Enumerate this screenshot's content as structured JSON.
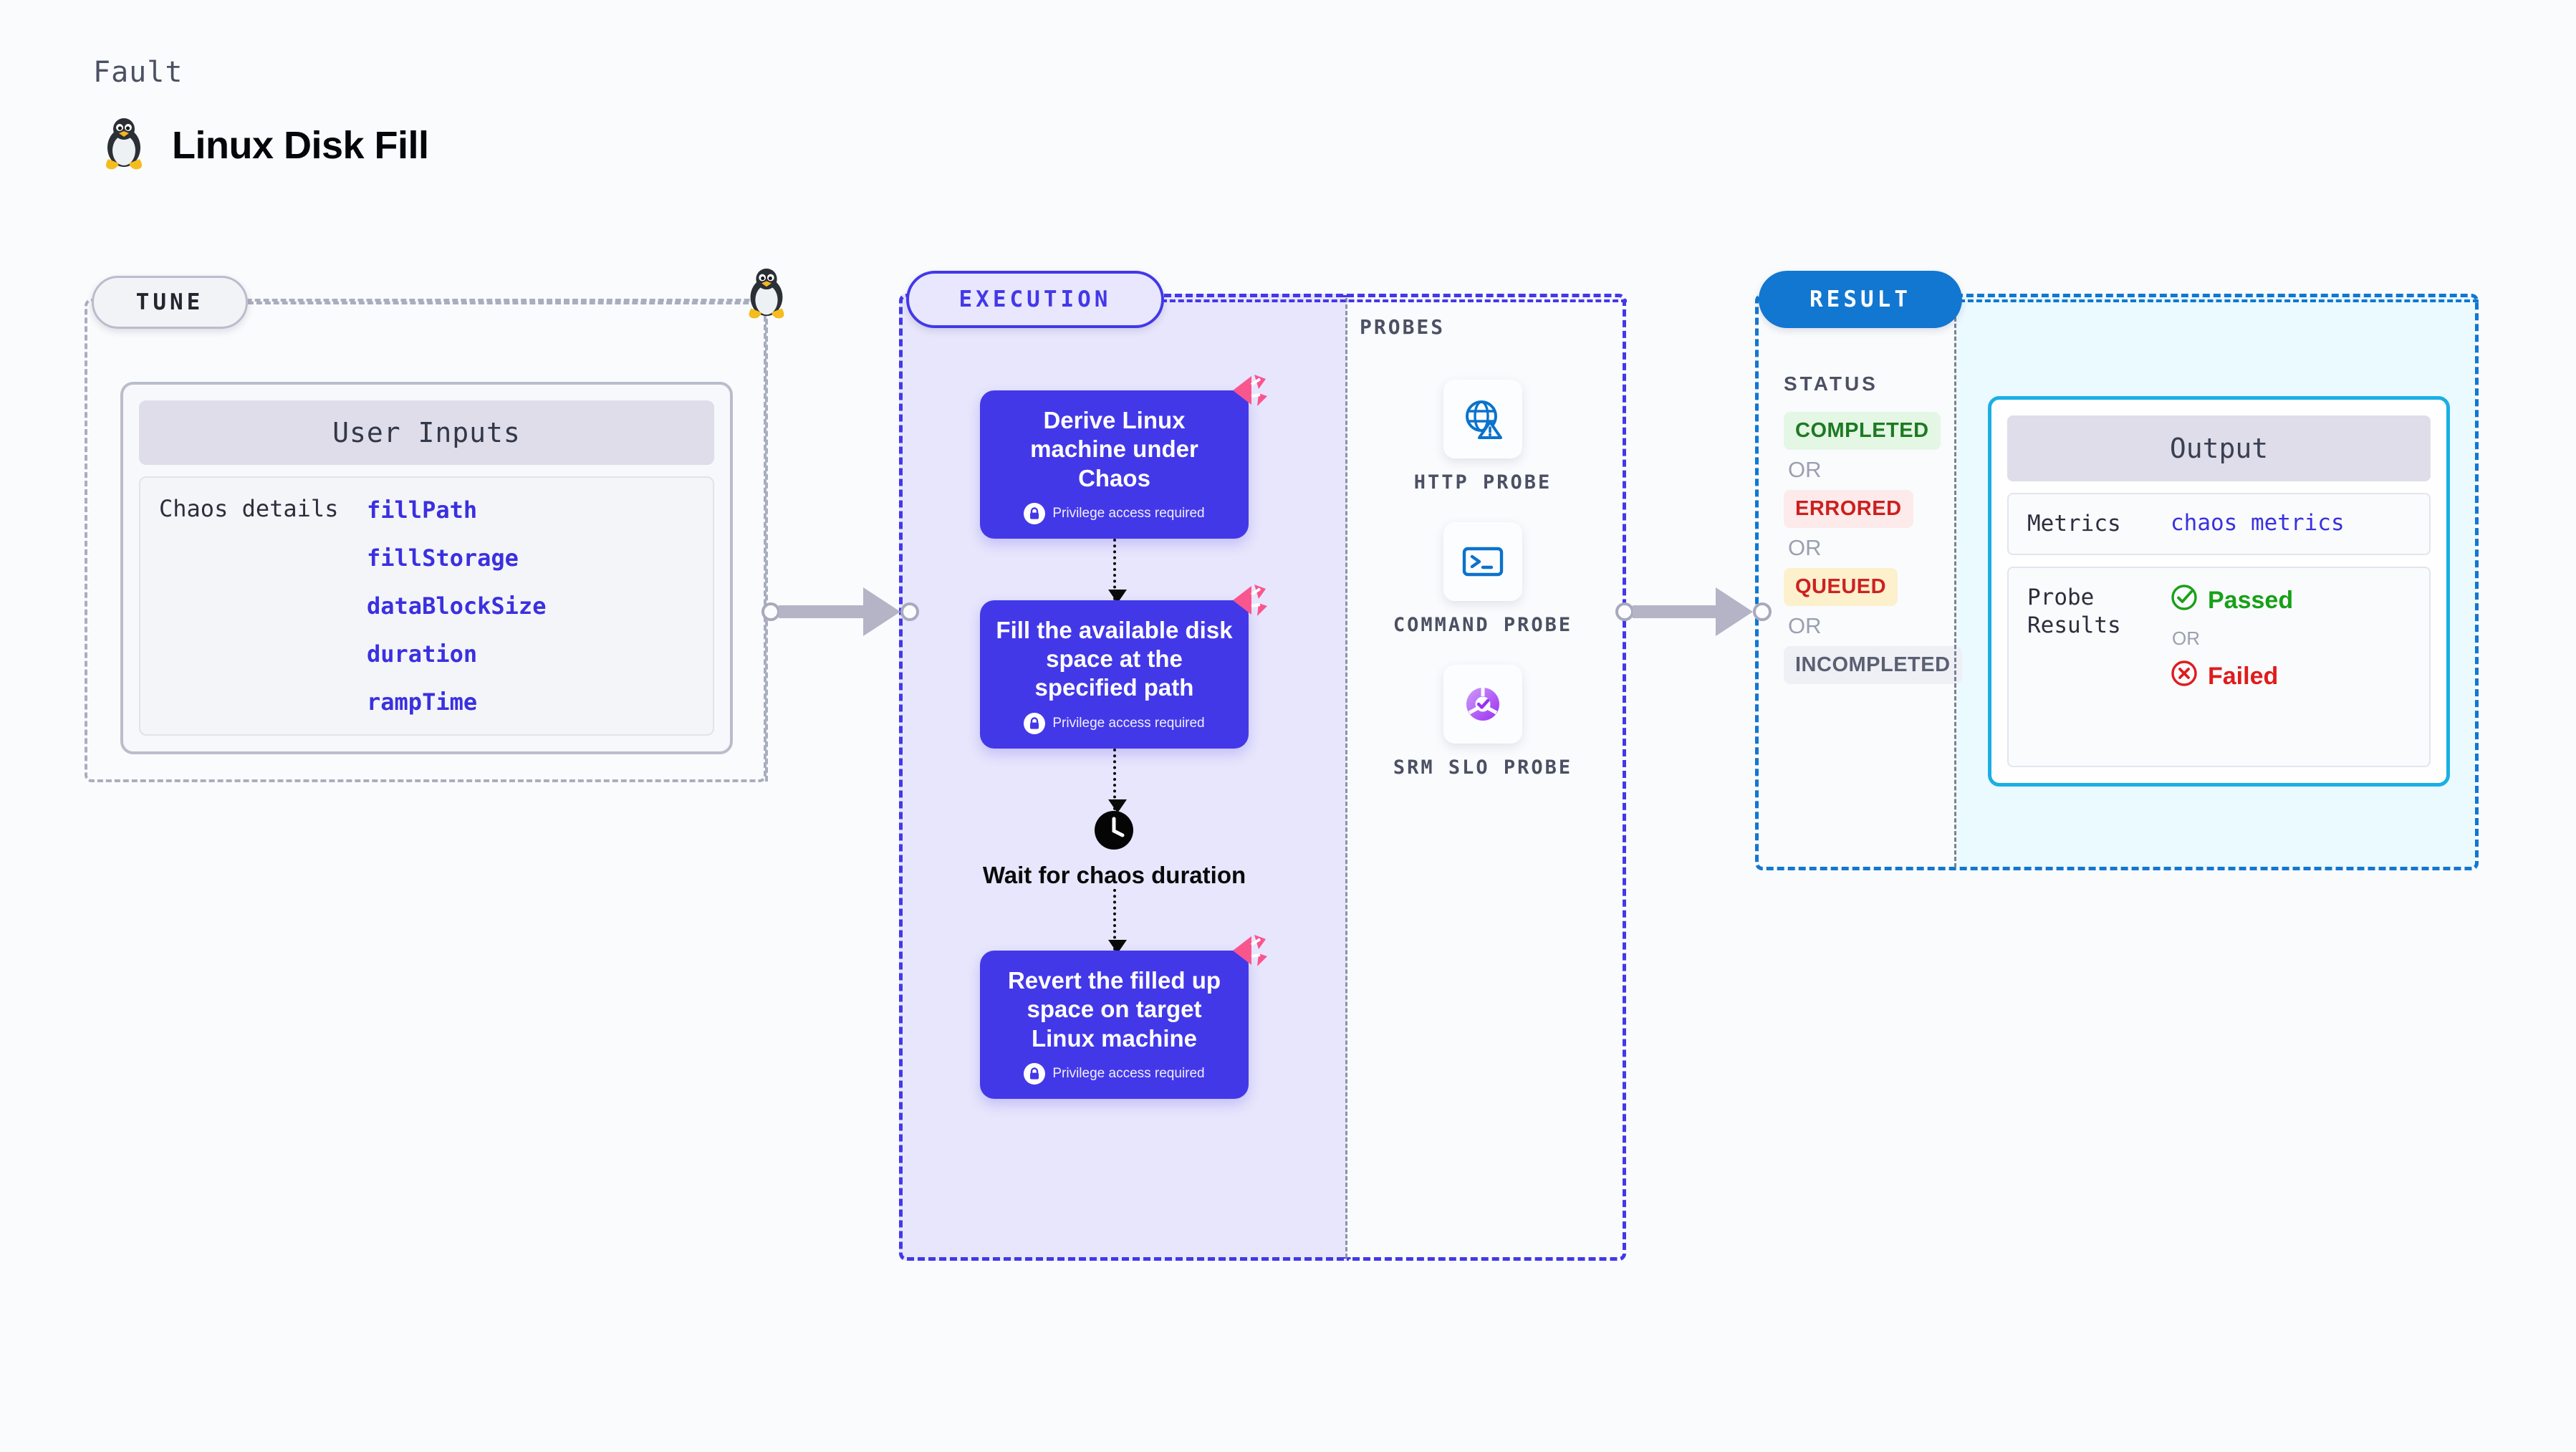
{
  "header": {
    "eyebrow": "Fault",
    "title": "Linux Disk Fill",
    "icon": "linux-penguin-icon"
  },
  "tune": {
    "pill_label": "TUNE",
    "card_title": "User Inputs",
    "row_label": "Chaos details",
    "params": [
      "fillPath",
      "fillStorage",
      "dataBlockSize",
      "duration",
      "rampTime"
    ]
  },
  "execution": {
    "pill_label": "EXECUTION",
    "privilege_note": "Privilege access required",
    "steps": [
      {
        "text": "Derive Linux machine under Chaos",
        "privileged": true
      },
      {
        "text": "Fill the available disk space at the specified path",
        "privileged": true
      }
    ],
    "wait_node": {
      "label": "Wait for chaos duration",
      "icon": "clock-icon"
    },
    "final_step": {
      "text": "Revert the filled up space on target Linux machine",
      "privileged": true
    }
  },
  "probes": {
    "title": "PROBES",
    "items": [
      {
        "label": "HTTP PROBE",
        "icon": "globe-warning-icon"
      },
      {
        "label": "COMMAND PROBE",
        "icon": "terminal-icon"
      },
      {
        "label": "SRM SLO PROBE",
        "icon": "slo-donut-check-icon"
      }
    ]
  },
  "result": {
    "pill_label": "RESULT",
    "status_title": "STATUS",
    "or_label": "OR",
    "statuses": [
      {
        "label": "COMPLETED",
        "bg": "#e4f6e4",
        "fg": "#1c7a22"
      },
      {
        "label": "ERRORED",
        "bg": "#fdeaea",
        "fg": "#cc1f1f"
      },
      {
        "label": "QUEUED",
        "bg": "#fcf0cd",
        "fg": "#cc2222"
      },
      {
        "label": "INCOMPLETED",
        "bg": "#eff0f5",
        "fg": "#5a6073"
      }
    ],
    "output": {
      "title": "Output",
      "metrics_label": "Metrics",
      "metrics_value": "chaos metrics",
      "probe_results_label": "Probe Results",
      "passed_label": "Passed",
      "failed_label": "Failed",
      "or_label": "OR",
      "passed_color": "#18a018",
      "failed_color": "#e01b1b"
    }
  },
  "colors": {
    "accent_indigo": "#4338e8",
    "accent_blue": "#1177d1",
    "accent_cyan": "#1bafe4",
    "chaos_pink": "#f9568f",
    "muted": "#a9aebe"
  }
}
